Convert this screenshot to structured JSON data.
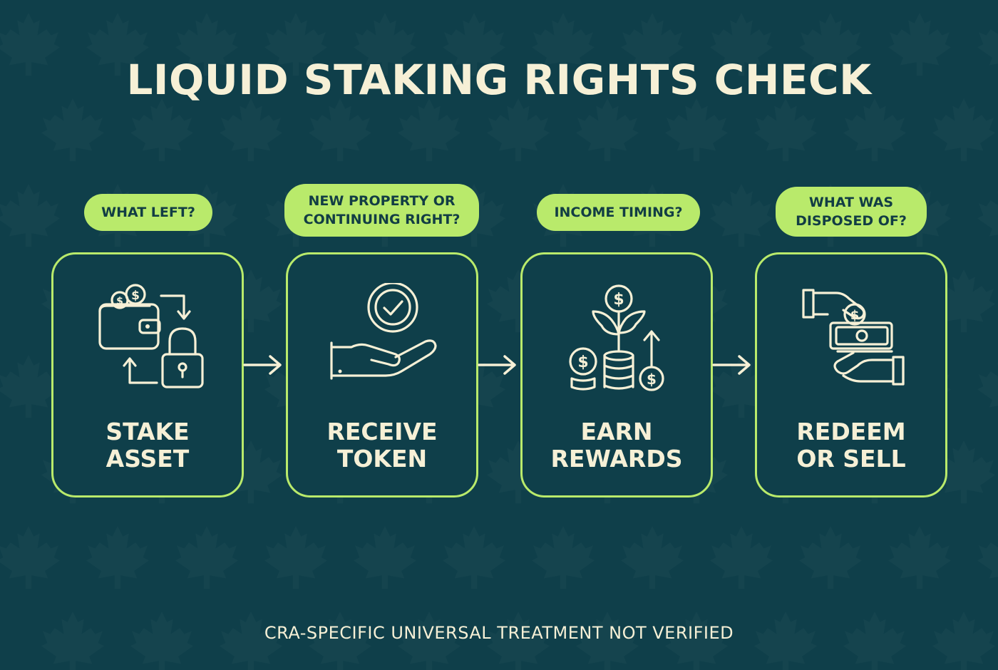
{
  "title": "LIQUID STAKING RIGHTS CHECK",
  "colors": {
    "background": "#0f3f4a",
    "accent": "#b9ea6b",
    "text": "#f6f0d6"
  },
  "steps": [
    {
      "question": "WHAT LEFT?",
      "label": "STAKE\nASSET",
      "icon": "wallet-lock-icon"
    },
    {
      "question": "NEW PROPERTY OR\nCONTINUING RIGHT?",
      "label": "RECEIVE\nTOKEN",
      "icon": "hand-token-icon"
    },
    {
      "question": "INCOME TIMING?",
      "label": "EARN\nREWARDS",
      "icon": "coins-growth-icon"
    },
    {
      "question": "WHAT WAS\nDISPOSED OF?",
      "label": "REDEEM\nOR SELL",
      "icon": "hand-cash-icon"
    }
  ],
  "footnote": "CRA-SPECIFIC UNIVERSAL TREATMENT NOT VERIFIED"
}
